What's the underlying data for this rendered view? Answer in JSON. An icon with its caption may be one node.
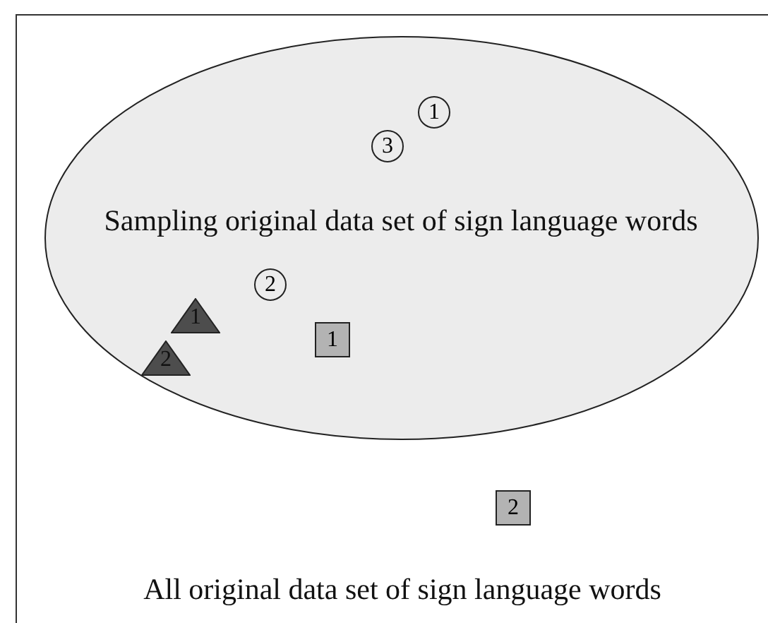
{
  "diagram": {
    "nodes": [
      {
        "text": [
          "All original data set of sign language words"
        ]
      },
      {
        "text": [
          "Sampling original data set of sign language words"
        ],
        "in": 0
      },
      {
        "text": [
          "1"
        ],
        "in": 1
      },
      {
        "text": [
          "3"
        ],
        "in": 1
      },
      {
        "text": [
          "2"
        ],
        "in": 1
      },
      {
        "text": [
          "1"
        ],
        "in": 1
      },
      {
        "text": [
          "2"
        ],
        "in": 1
      },
      {
        "text": [
          "1"
        ],
        "in": 1
      },
      {
        "text": [
          "2"
        ],
        "in": 0
      }
    ]
  }
}
